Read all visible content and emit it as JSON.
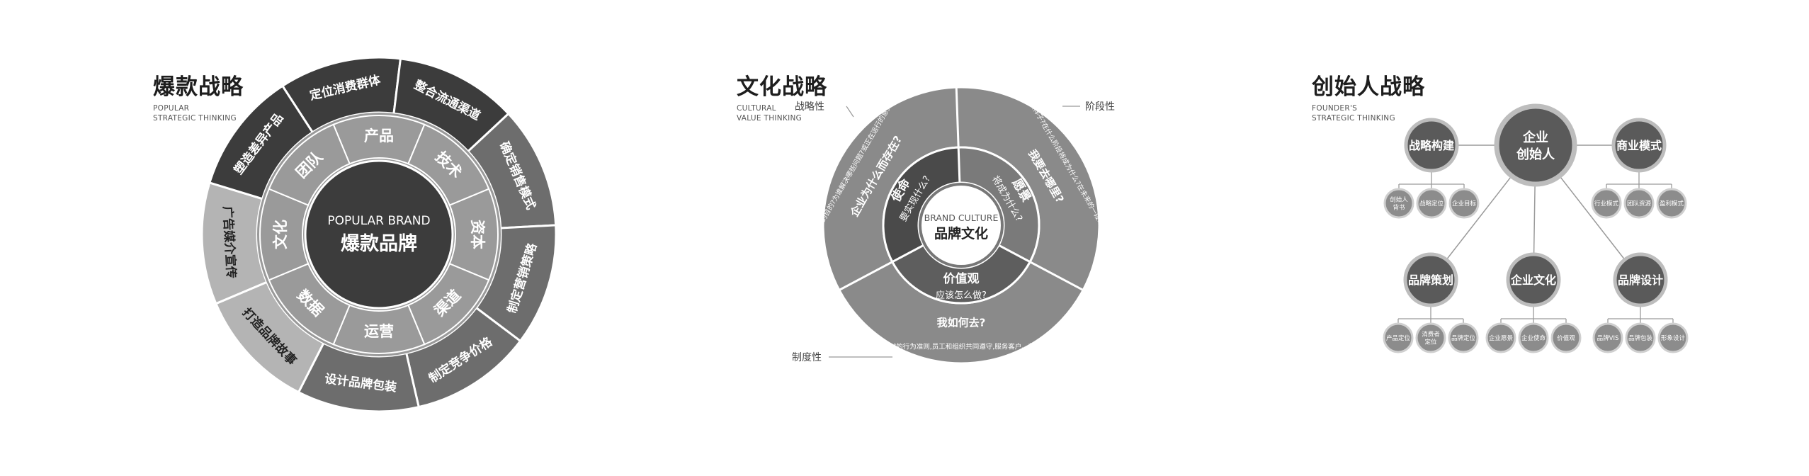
{
  "panel1": {
    "title": "爆款战略",
    "subtitle_lines": [
      "POPULAR",
      "STRATEGIC THINKING"
    ],
    "center_en": "POPULAR BRAND",
    "center_cn": "爆款品牌",
    "inner_labels": [
      "产品",
      "技术",
      "资本",
      "渠道",
      "运营",
      "数据",
      "文化",
      "团队"
    ],
    "outer_labels": [
      "定位消费群体",
      "整合流通渠道",
      "确定销售模式",
      "制定营销策略",
      "制定竞争价格",
      "设计品牌包装",
      "打造品牌故事",
      "广告媒介宣传",
      "塑造差异产品"
    ],
    "colors": {
      "dark": "#3c3c3c",
      "mid": "#6d6d6d",
      "light": "#b4b4b4",
      "ring": "#9a9a9a"
    }
  },
  "panel2": {
    "title": "文化战略",
    "subtitle_lines": [
      "CULTURAL",
      "VALUE THINKING"
    ],
    "center_en": "BRAND CULTURE",
    "center_cn": "品牌文化",
    "label_strategy": "战略性",
    "label_stage": "阶段性",
    "label_system": "制度性",
    "petals": [
      {
        "title": "使命",
        "question": "要实现什么?",
        "mid": "企业为什么而存在?",
        "outer": "你的目的?为谁解决哪些问题?或正在运行的意义?"
      },
      {
        "title": "愿景",
        "question": "将成为什么?",
        "mid": "我要去哪里?",
        "outer": "将来希望发展成什么样子?在什么阶段将成为什么?在未来的一段时间内实现企业方向"
      },
      {
        "title": "价值观",
        "question": "应该怎么做?",
        "mid": "我如何去?",
        "outer": "企业共同秉承的信念,倡导的、反对的行为准则,员工和组织共同遵守,服务客户、尊重员工、尊重规律三者基本原则"
      }
    ]
  },
  "panel3": {
    "title": "创始人战略",
    "subtitle_lines": [
      "FOUNDER'S",
      "STRATEGIC THINKING"
    ],
    "center": "企业\n创始人",
    "nodes": [
      {
        "label": "战略构建",
        "children": [
          "创始人\n背书",
          "战略定位",
          "企业目标"
        ]
      },
      {
        "label": "商业模式",
        "children": [
          "行业模式",
          "团队资源",
          "盈利模式"
        ]
      },
      {
        "label": "品牌策划",
        "children": [
          "产品定位",
          "消费者\n定位",
          "品牌定位"
        ]
      },
      {
        "label": "企业文化",
        "children": [
          "企业愿景",
          "企业使命",
          "价值观"
        ]
      },
      {
        "label": "品牌设计",
        "children": [
          "品牌VIS",
          "品牌包装",
          "形象设计"
        ]
      }
    ]
  }
}
